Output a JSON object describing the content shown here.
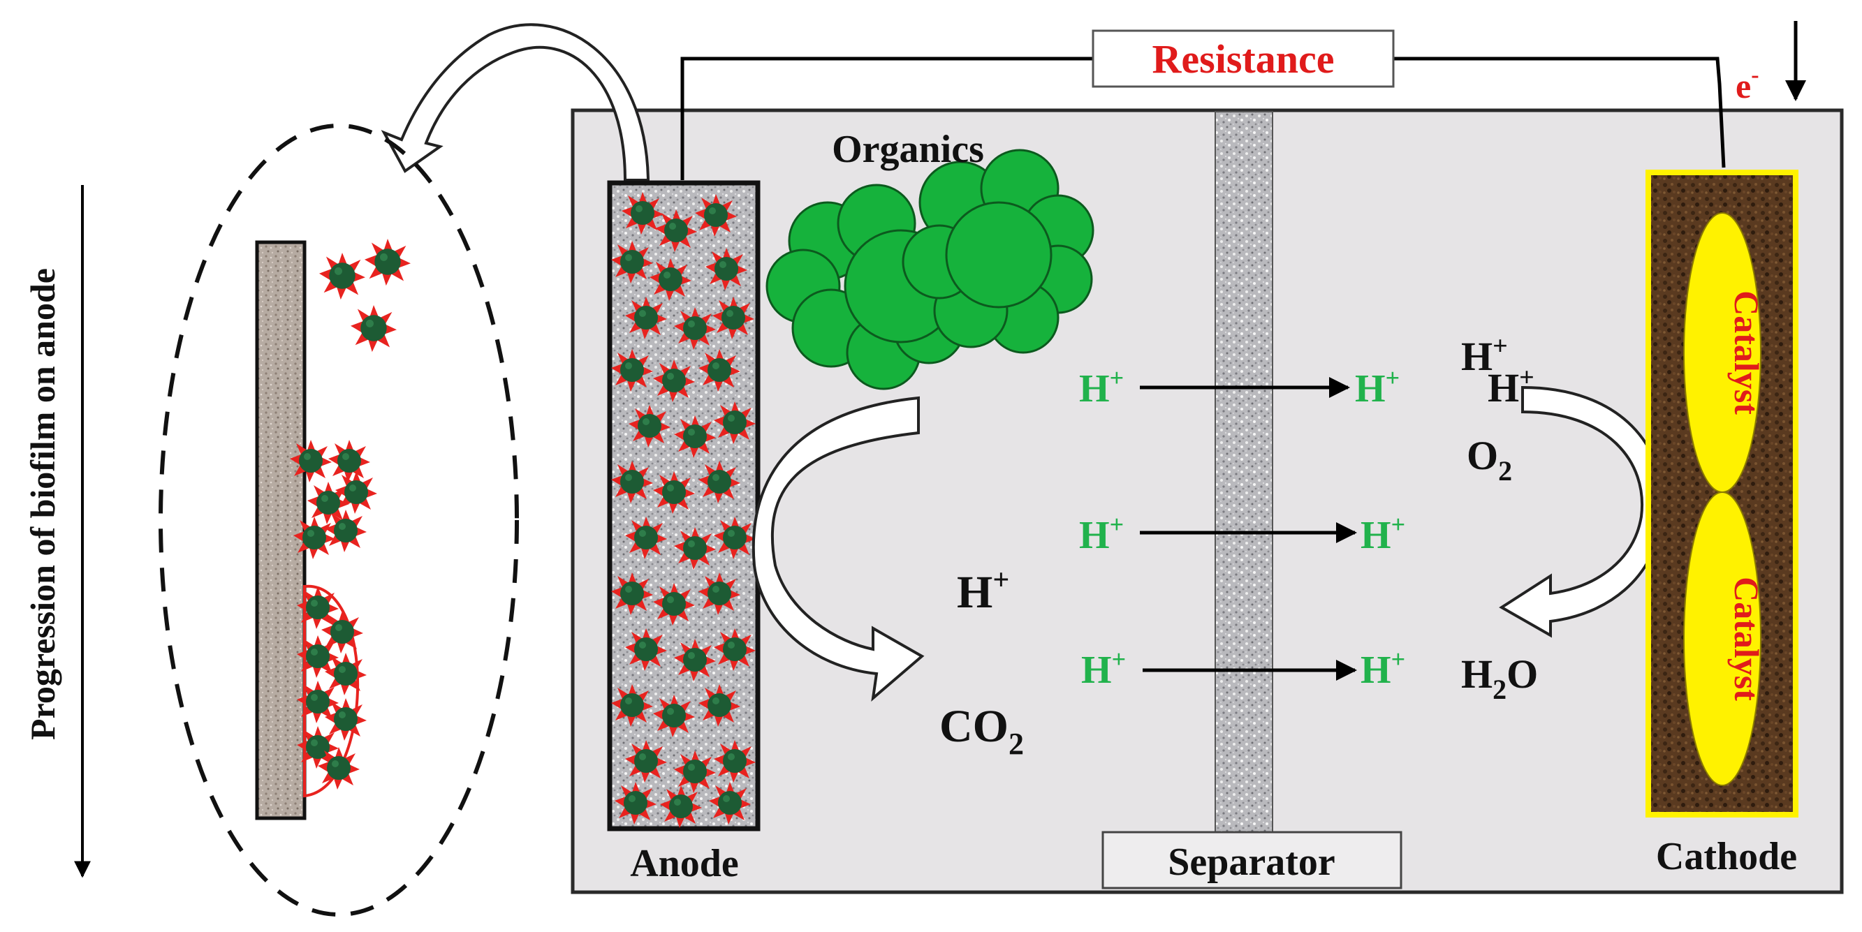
{
  "labels": {
    "resistance": "Resistance",
    "electron": "e",
    "electron_sup": "-",
    "organics": "Organics",
    "anode": "Anode",
    "separator": "Separator",
    "cathode": "Cathode",
    "catalyst_top": "Catalyst",
    "catalyst_bottom": "Catalyst",
    "progression": "Progression of biofilm on anode",
    "proton_base": "H",
    "proton_sup": "+",
    "co2_base": "CO",
    "co2_sub": "2",
    "o2_base": "O",
    "o2_sub": "2",
    "h2o_h": "H",
    "h2o_sub": "2",
    "h2o_o": "O"
  },
  "colors": {
    "chamber_fill": "#e6e4e6",
    "proton_green": "#21b24c",
    "label_red": "#e01b1b",
    "organics_green": "#16b23c",
    "catalyst_yellow": "#fff200",
    "bacteria_green": "#1d5b34",
    "bacteria_red": "#e8231f"
  }
}
